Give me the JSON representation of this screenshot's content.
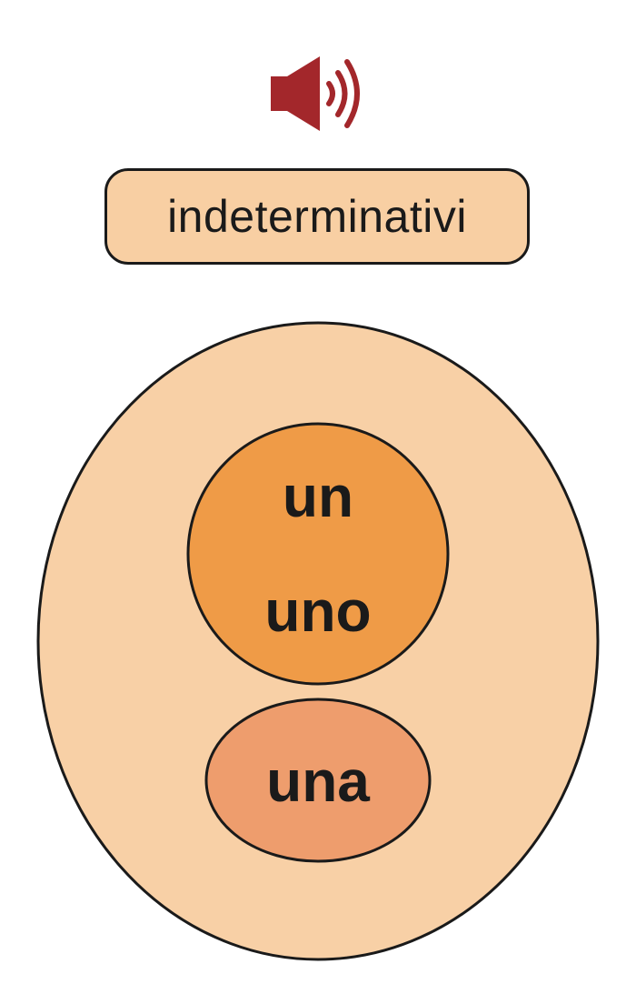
{
  "header": {
    "audio_icon": "speaker-icon",
    "title": "indeterminativi"
  },
  "diagram": {
    "articles_masculine": [
      "un",
      "uno"
    ],
    "articles_feminine": [
      "una"
    ]
  },
  "colors": {
    "speaker": "#a3272b",
    "outer_ellipse": "#f8d0a6",
    "masculine_circle": "#ef9b47",
    "feminine_ellipse": "#ee9d6d",
    "outline": "#1a1a1a"
  }
}
